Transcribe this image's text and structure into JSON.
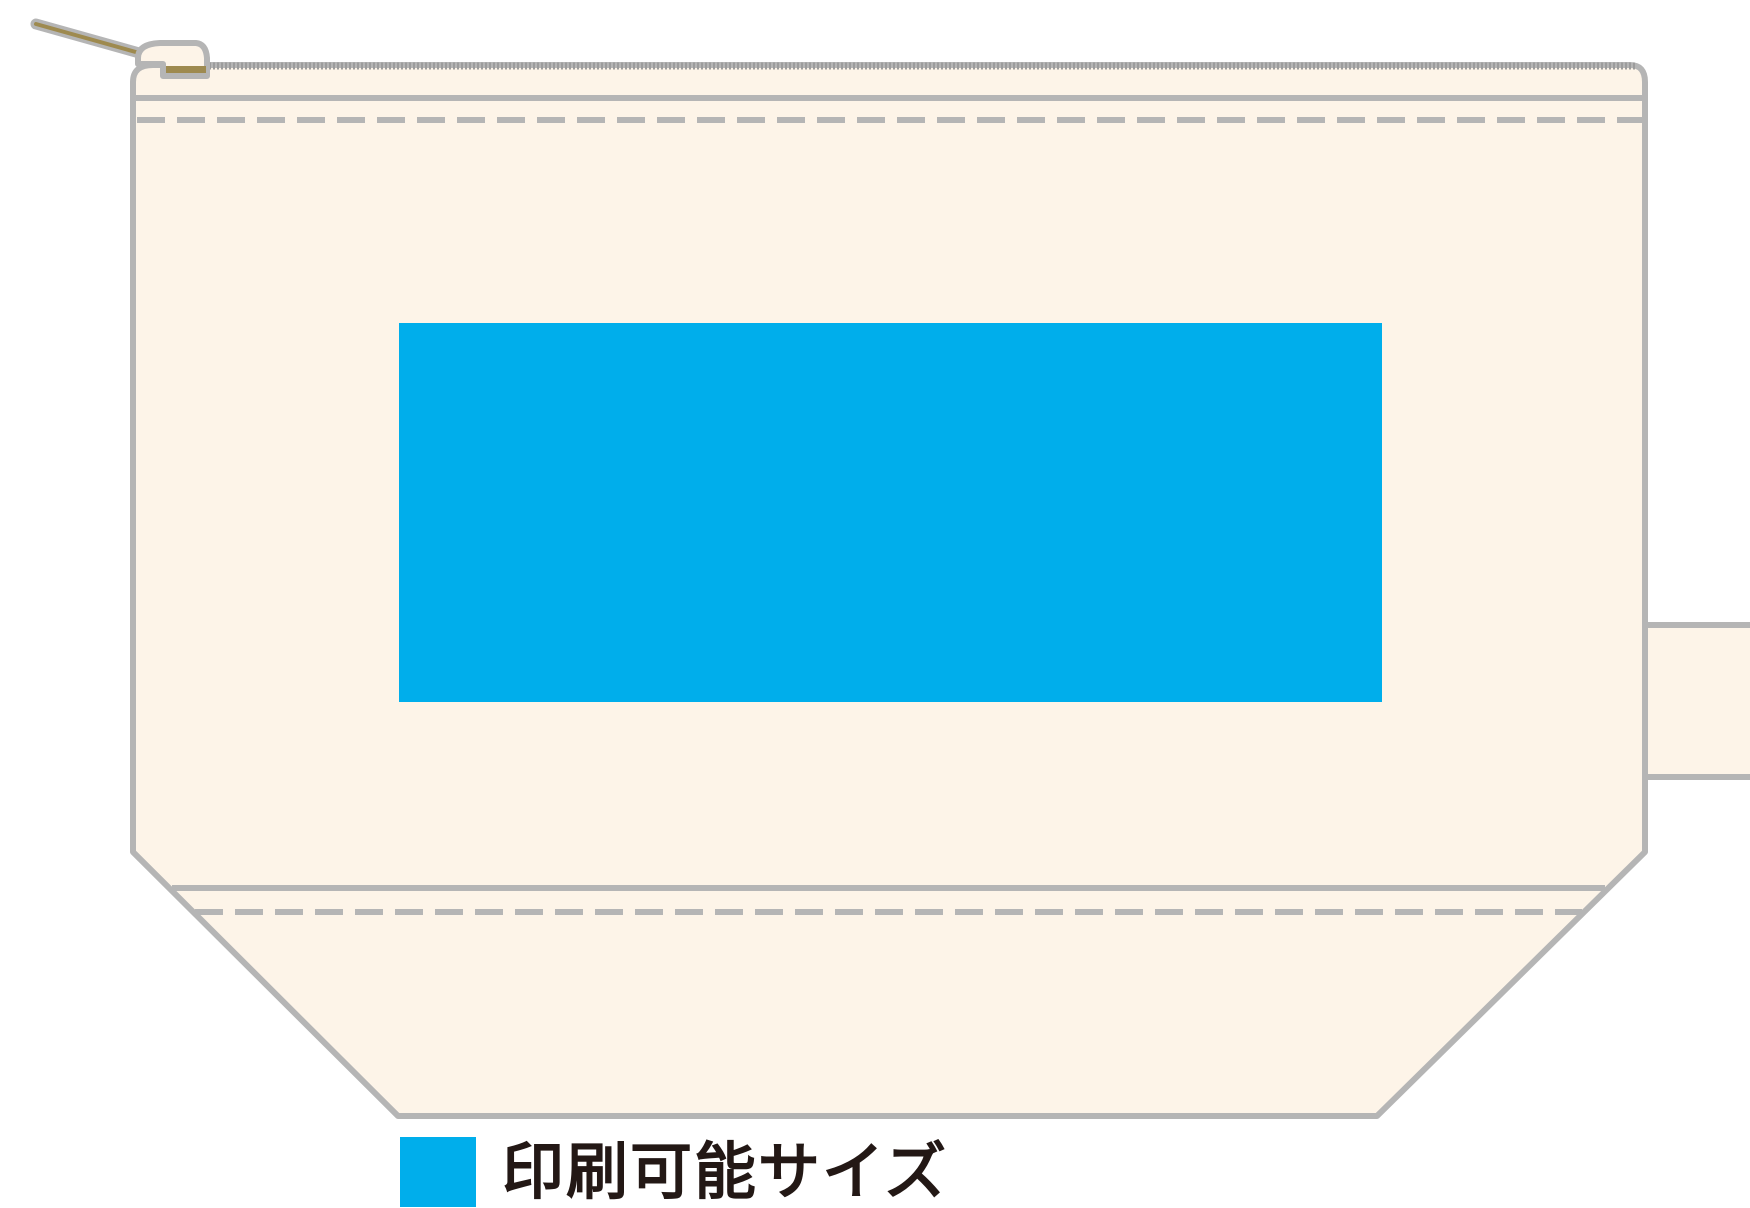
{
  "diagram": {
    "colors": {
      "fabric": "#fdf4e8",
      "outline": "#b5b5b5",
      "print_area": "#00aeeb",
      "zipper_pull": "#9e8a4f",
      "label_text": "#231815"
    },
    "parts": [
      "pouch-body",
      "zipper-tape",
      "zipper-pull",
      "top-stitching",
      "gusset",
      "side-tab",
      "print-area"
    ],
    "legend": {
      "label": "印刷可能サイズ",
      "swatch_color": "#00aeeb"
    }
  }
}
